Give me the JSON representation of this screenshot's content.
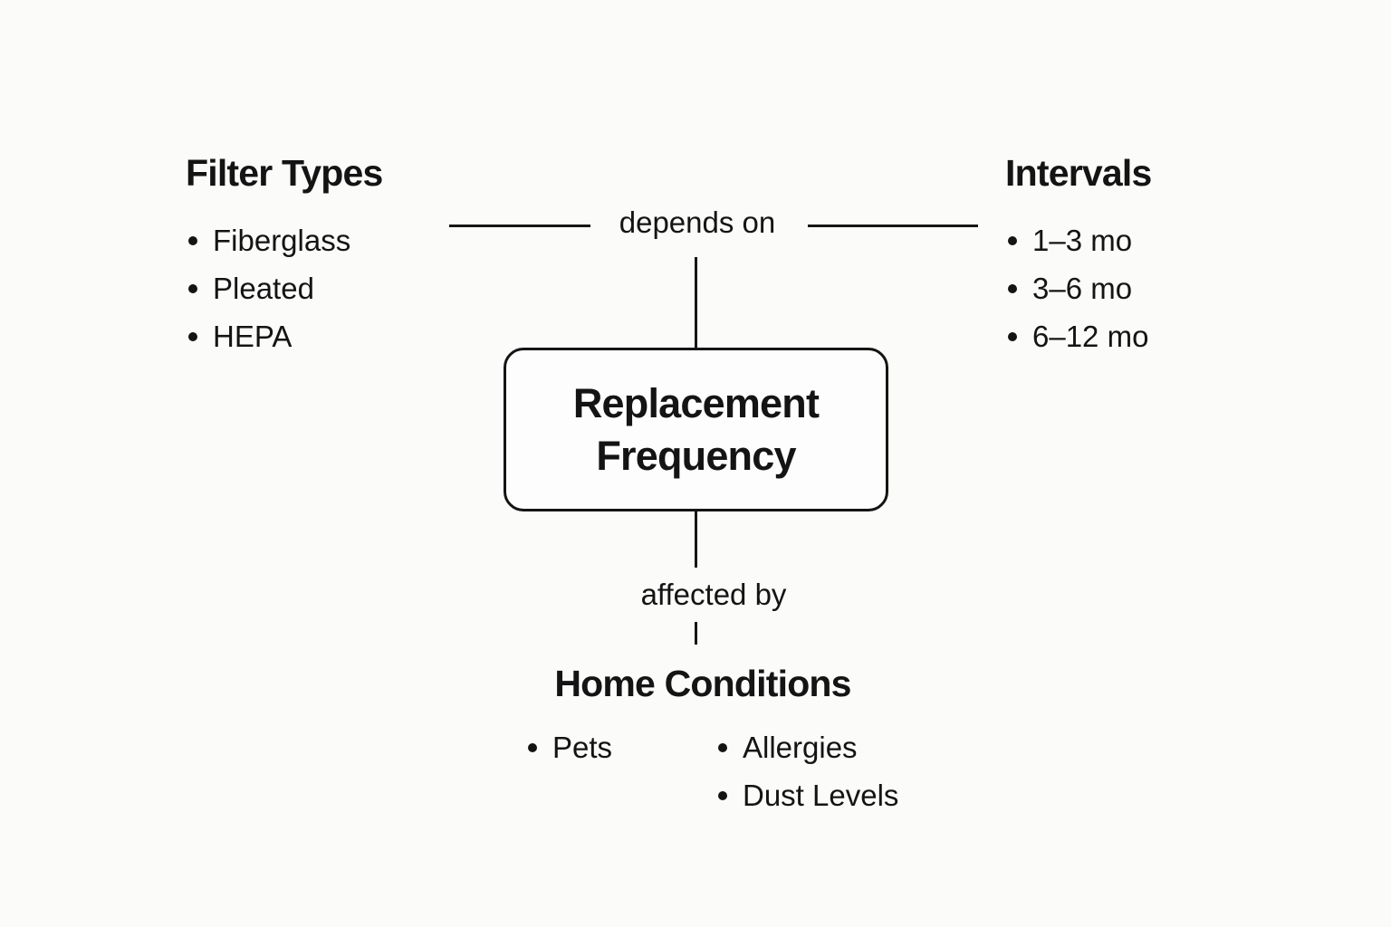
{
  "page": {
    "background_color": "#fbfbfa",
    "text_color": "#141414",
    "line_color": "#161616"
  },
  "diagram": {
    "center_node": {
      "label": "Replacement Frequency",
      "fill_color": "#fdfdfd",
      "border_color": "#141414"
    },
    "edges": {
      "depends_on_label": "depends on",
      "affected_by_label": "affected by"
    },
    "filter_types": {
      "title": "Filter Types",
      "items": [
        "Fiberglass",
        "Pleated",
        "HEPA"
      ]
    },
    "intervals": {
      "title": "Intervals",
      "items": [
        "1–3 mo",
        "3–6 mo",
        "6–12 mo"
      ]
    },
    "home_conditions": {
      "title": "Home Conditions",
      "columns": [
        [
          "Pets"
        ],
        [
          "Allergies",
          "Dust Levels"
        ]
      ]
    }
  }
}
